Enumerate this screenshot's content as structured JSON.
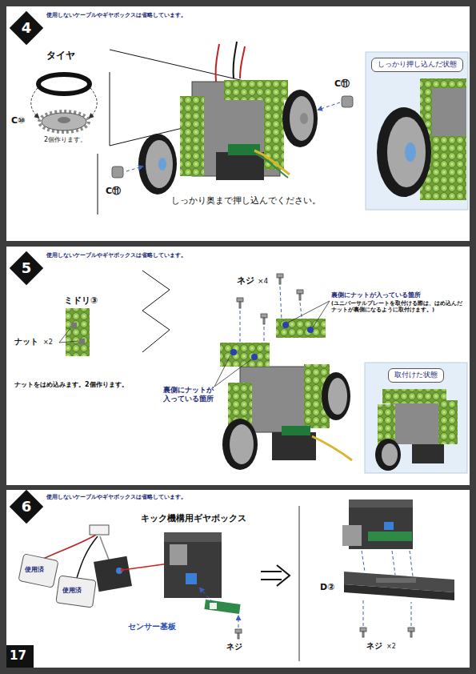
{
  "diagram": {
    "nodes": [
      {
        "text": [
          "しっかり押し込んだ状態"
        ]
      },
      {
        "text": [
          "取付けた状態"
        ]
      }
    ],
    "labels": [
      "使用しないケーブルやギヤボックスは省略しています。",
      "4",
      "タイヤ",
      "C⑩",
      "2個作ります。",
      "C⑪",
      "C⑪",
      "しっかり奥まで押し込んでください。",
      "5",
      "使用しないケーブルやギヤボックスは省略しています。",
      "ミドリ③",
      "ナット",
      "×2",
      "ナットをはめ込みます。2個作ります。",
      "ネジ",
      "×4",
      "裏側にナットが入っている箇所",
      "(ユニバーサルプレートを取付ける際は、はめ込んだナットが裏側になるように取付けます。)",
      "裏側にナットが入っている箇所",
      "6",
      "使用しないケーブルやギヤボックスは省略しています。",
      "キック機構用ギヤボックス",
      "使用済",
      "使用済",
      "センサー基板",
      "ネジ",
      "D②",
      "ネジ",
      "×2",
      "17"
    ]
  }
}
